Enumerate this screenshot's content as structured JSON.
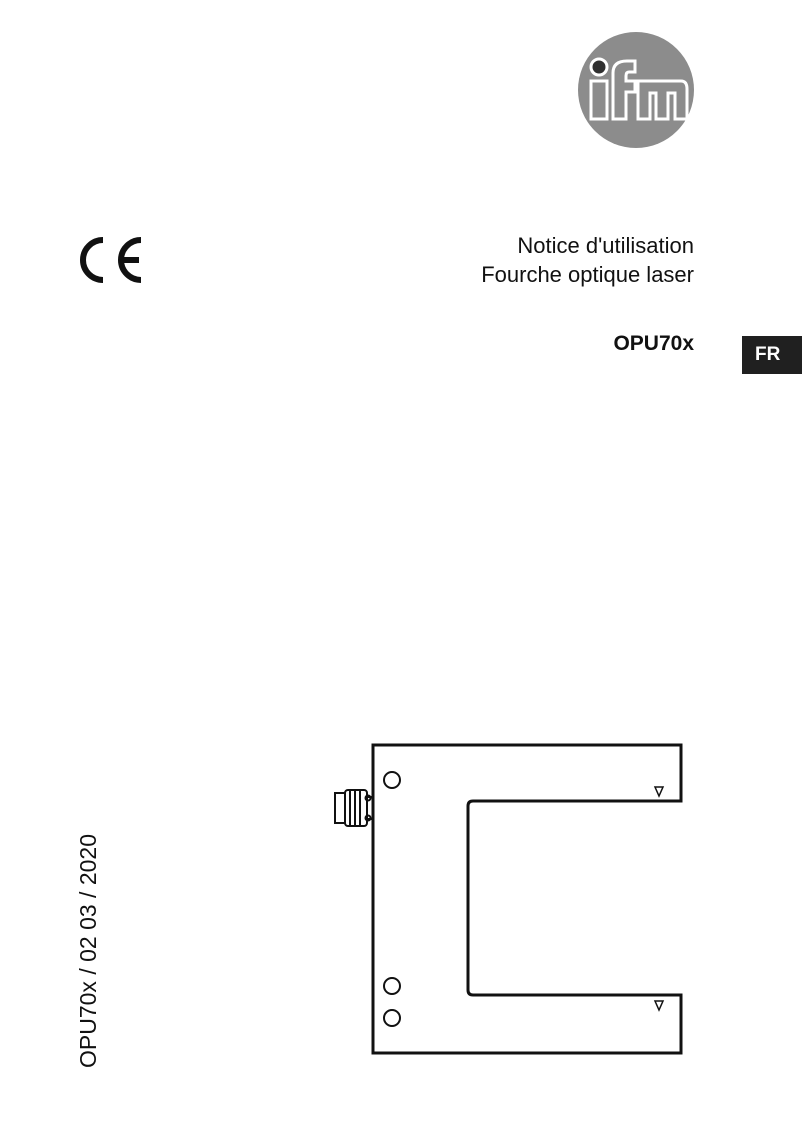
{
  "header": {
    "logo_text": "ifm",
    "logo_icon": "ifm-logo-icon",
    "ce_mark_icon": "ce-mark-icon"
  },
  "title": {
    "line1": "Notice d'utilisation",
    "line2": "Fourche optique laser"
  },
  "product": {
    "code": "OPU70x"
  },
  "language_tab": {
    "label": "FR"
  },
  "document_reference": "OPU70x / 02  03 / 2020",
  "illustration": {
    "icon": "fork-sensor-drawing-icon"
  },
  "colors": {
    "logo_gray": "#8c8c8c",
    "tab_background": "#202020",
    "text": "#111111"
  }
}
